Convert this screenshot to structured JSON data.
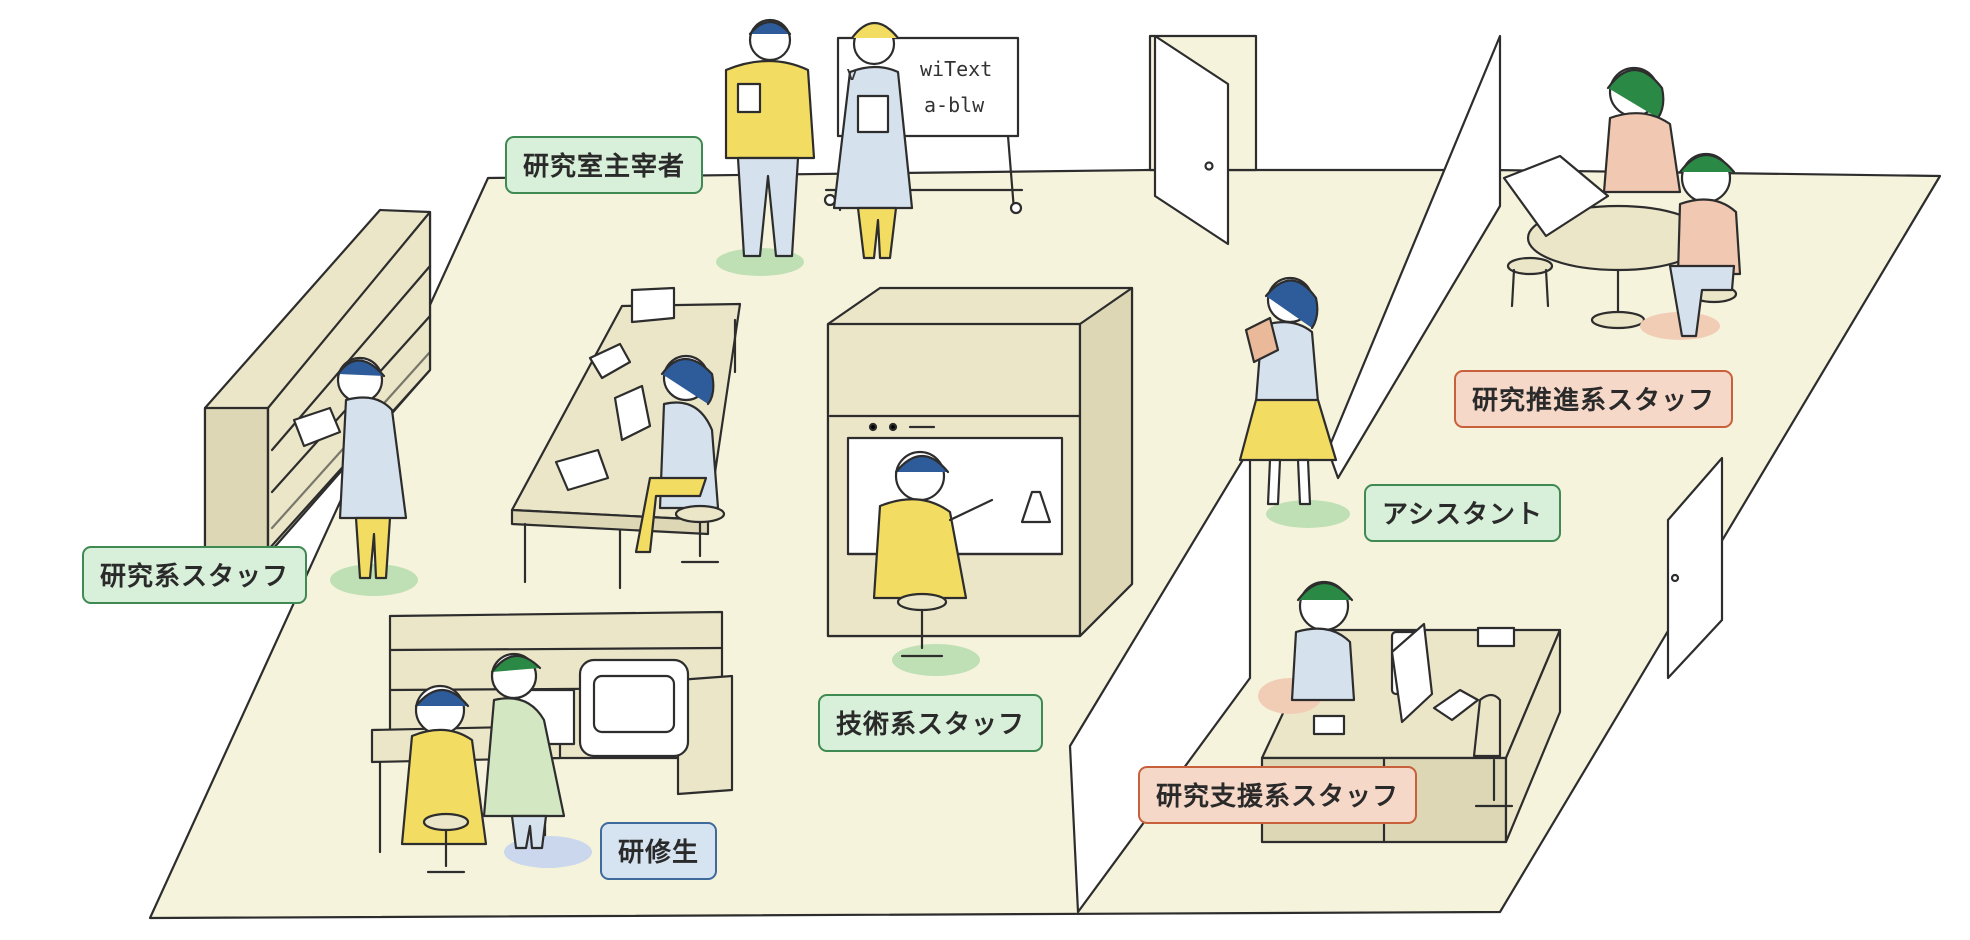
{
  "whiteboard": {
    "line1_left": "v",
    "line1_right": "wiText",
    "line2": "a-blw"
  },
  "labels": {
    "pi": "研究室主宰者",
    "research_staff": "研究系スタッフ",
    "technical_staff": "技術系スタッフ",
    "trainee": "研修生",
    "assistant": "アシスタント",
    "promotion_staff": "研究推進系スタッフ",
    "support_staff": "研究支援系スタッフ"
  },
  "colors": {
    "floor": "#f6f3dc",
    "furniture": "#ebe6c8",
    "outline": "#2d2d2d",
    "tag_green_bg": "#d8efd9",
    "tag_green_border": "#3f8a52",
    "tag_orange_bg": "#f6d8c9",
    "tag_orange_border": "#c8603b",
    "tag_blue_bg": "#d6e3f1",
    "tag_blue_border": "#3f6a9c"
  }
}
